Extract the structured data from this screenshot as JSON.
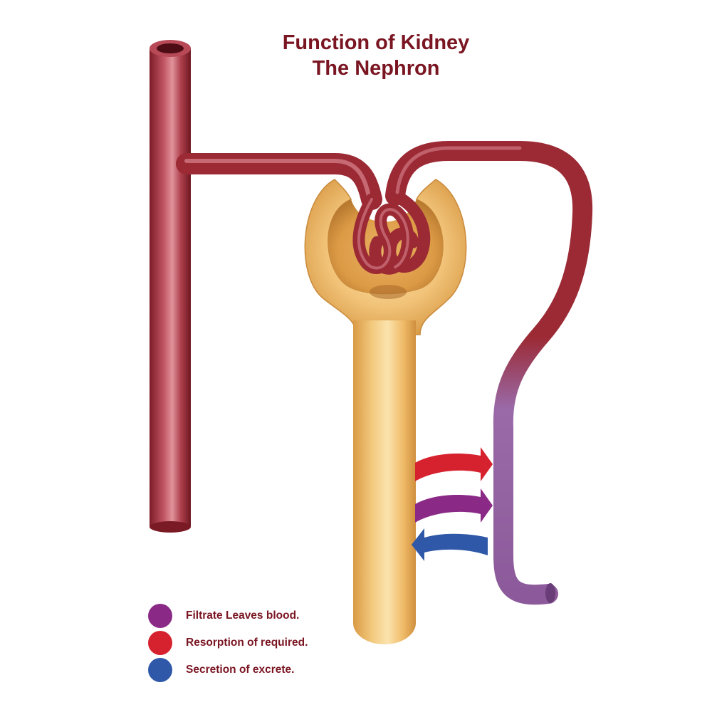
{
  "header": {
    "title_line1": "Function of Kidney",
    "title_line2": "The Nephron"
  },
  "colors": {
    "title": "#7a1522",
    "vessel": "#9b2a35",
    "vessel_highlight": "#d97c86",
    "tubule": "#ecb868",
    "tubule_highlight": "#fbe0a6",
    "vein_purple": "#8c5a9a",
    "arrow_red": "#d6222e",
    "arrow_purple": "#8a2a86",
    "arrow_blue": "#2f58a8"
  },
  "legend": {
    "items": [
      {
        "label": "Filtrate Leaves blood.",
        "color": "#8a2a86",
        "icon": "purple-circle-icon"
      },
      {
        "label": "Resorption of required.",
        "color": "#d6222e",
        "icon": "red-circle-icon"
      },
      {
        "label": "Secretion of excrete.",
        "color": "#2f58a8",
        "icon": "blue-circle-icon"
      }
    ]
  }
}
